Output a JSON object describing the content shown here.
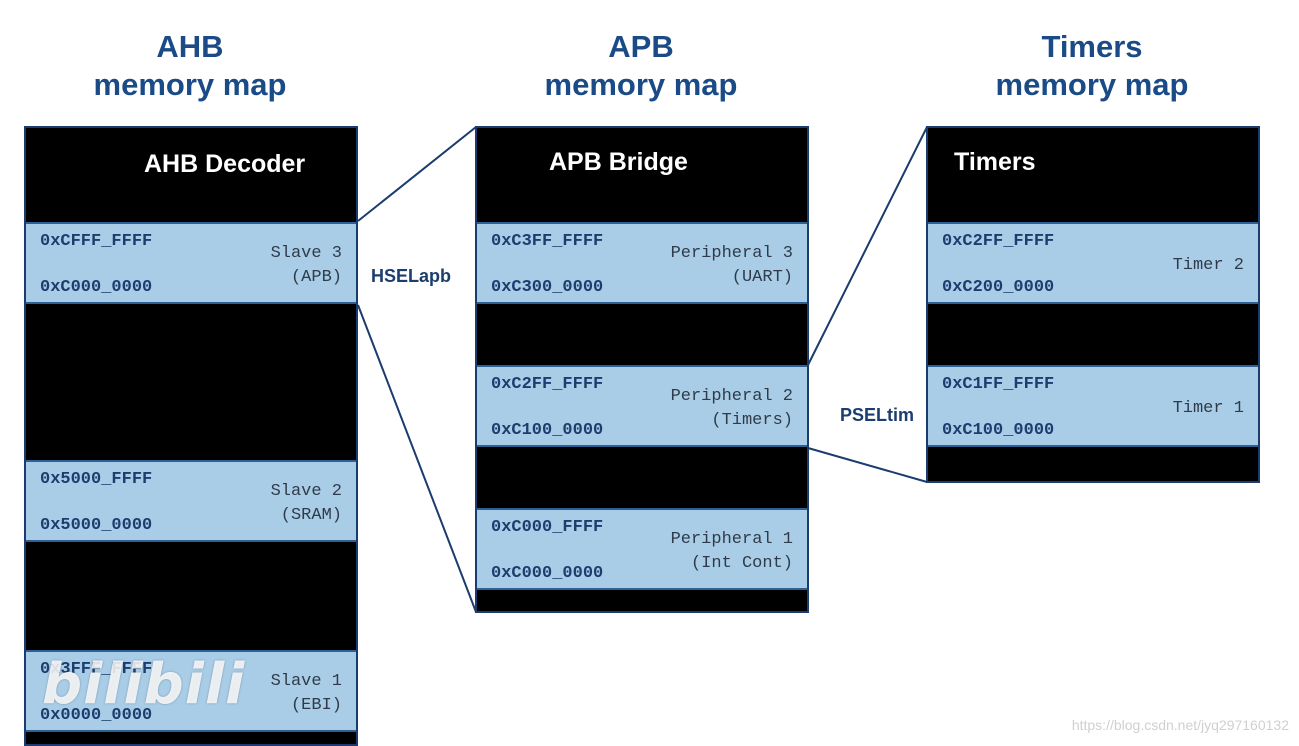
{
  "titles": {
    "ahb": {
      "line1": "AHB",
      "line2": "memory map"
    },
    "apb": {
      "line1": "APB",
      "line2": "memory map"
    },
    "timers": {
      "line1": "Timers",
      "line2": "memory map"
    }
  },
  "ahb": {
    "header": "AHB Decoder",
    "regions": [
      {
        "high": "0xCFFF_FFFF",
        "low": "0xC000_0000",
        "label1": "Slave 3",
        "label2": "(APB)"
      },
      {
        "high": "0x5000_FFFF",
        "low": "0x5000_0000",
        "label1": "Slave 2",
        "label2": "(SRAM)"
      },
      {
        "high": "0x3FFF_FFFF",
        "low": "0x0000_0000",
        "label1": "Slave 1",
        "label2": "(EBI)"
      }
    ]
  },
  "apb": {
    "header": "APB Bridge",
    "regions": [
      {
        "high": "0xC3FF_FFFF",
        "low": "0xC300_0000",
        "label1": "Peripheral 3",
        "label2": "(UART)"
      },
      {
        "high": "0xC2FF_FFFF",
        "low": "0xC100_0000",
        "label1": "Peripheral 2",
        "label2": "(Timers)"
      },
      {
        "high": "0xC000_FFFF",
        "low": "0xC000_0000",
        "label1": "Peripheral 1",
        "label2": "(Int Cont)"
      }
    ]
  },
  "timers": {
    "header": "Timers",
    "regions": [
      {
        "high": "0xC2FF_FFFF",
        "low": "0xC200_0000",
        "label1": "Timer 2"
      },
      {
        "high": "0xC1FF_FFFF",
        "low": "0xC100_0000",
        "label1": "Timer 1"
      }
    ]
  },
  "signals": {
    "hsel": "HSELapb",
    "psel": "PSELtim"
  },
  "watermark": "https://blog.csdn.net/jyq297160132",
  "logo_text": "bilibili",
  "colors": {
    "title": "#1b4b87",
    "region": "#a9cde7",
    "block": "#000000",
    "connector": "#1a3c6e"
  }
}
